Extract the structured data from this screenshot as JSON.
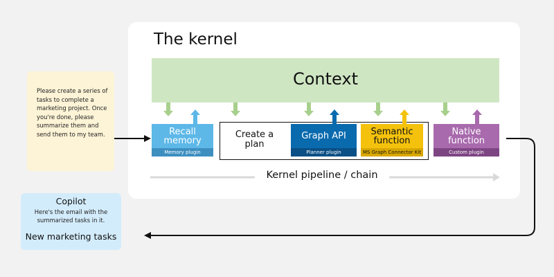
{
  "kernel": {
    "title": "The kernel"
  },
  "context": {
    "label": "Context"
  },
  "prompt": {
    "text": "Please create a series of tasks to complete a marketing project. Once you're done, please summarize them and send them to my team."
  },
  "recall_memory": {
    "label": "Recall memory",
    "plugin": "Memory plugin"
  },
  "create_plan": {
    "label": "Create a plan"
  },
  "graph_api": {
    "label": "Graph API",
    "plugin": "Planner plugin"
  },
  "semantic_function": {
    "label": "Semantic function",
    "plugin": "MS Graph Connector Kit"
  },
  "native_function": {
    "label": "Native function",
    "plugin": "Custom plugin"
  },
  "pipeline": {
    "label": "Kernel pipeline / chain"
  },
  "copilot": {
    "title": "Copilot",
    "body": "Here's the email with the summarized tasks in it.",
    "subject": "New marketing tasks"
  },
  "colors": {
    "context": "#cfe6c3",
    "context_arrow": "#a8d08d",
    "recall": "#5db8e8",
    "graph": "#0a6aae",
    "semantic": "#f4c20d",
    "native": "#a86aad",
    "prompt_note": "#fdf3d6",
    "copilot_card": "#d3ecfb"
  }
}
